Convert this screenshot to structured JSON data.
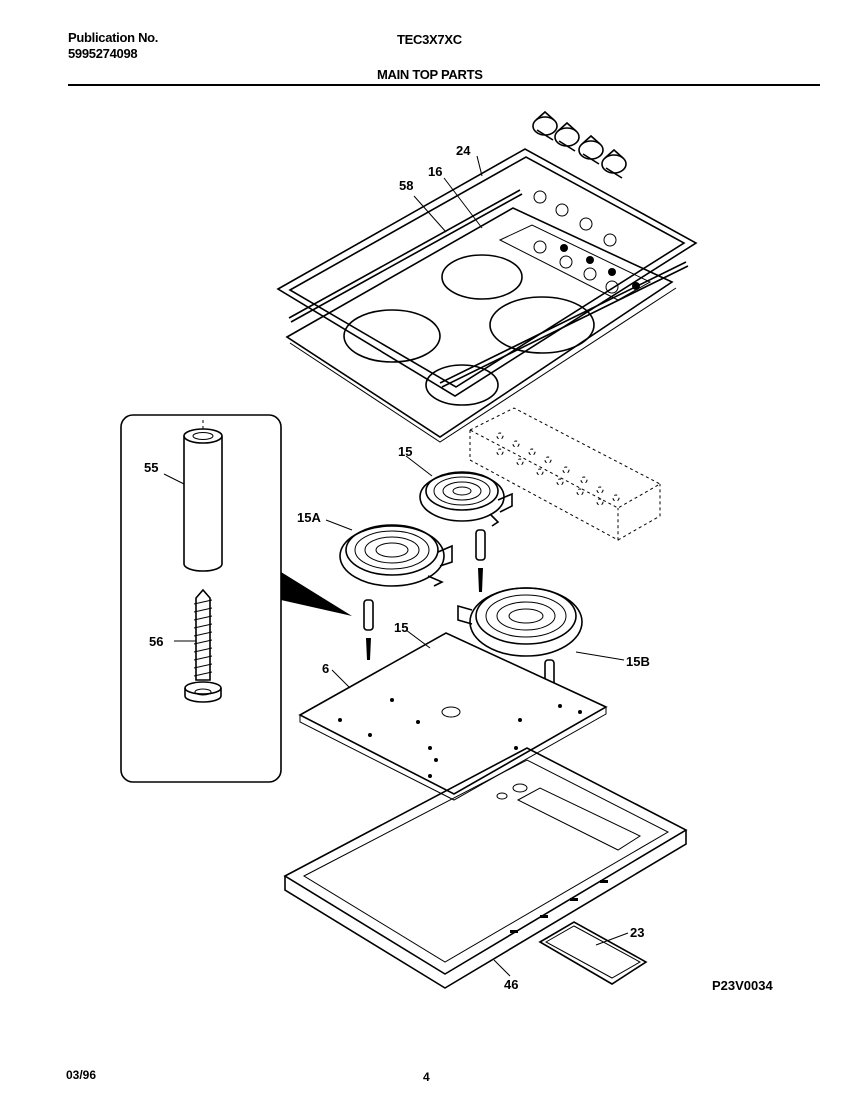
{
  "header": {
    "publication_label": "Publication No.",
    "publication_number": "5995274098",
    "model": "TEC3X7XC",
    "section_title": "MAIN TOP  PARTS"
  },
  "callouts": {
    "c24": "24",
    "c16": "16",
    "c58": "58",
    "c55": "55",
    "c56": "56",
    "c15_top": "15",
    "c15a": "15A",
    "c15_low": "15",
    "c15b": "15B",
    "c6": "6",
    "c23": "23",
    "c46": "46"
  },
  "drawing_code": "P23V0034",
  "footer": {
    "date": "03/96",
    "page": "4"
  }
}
